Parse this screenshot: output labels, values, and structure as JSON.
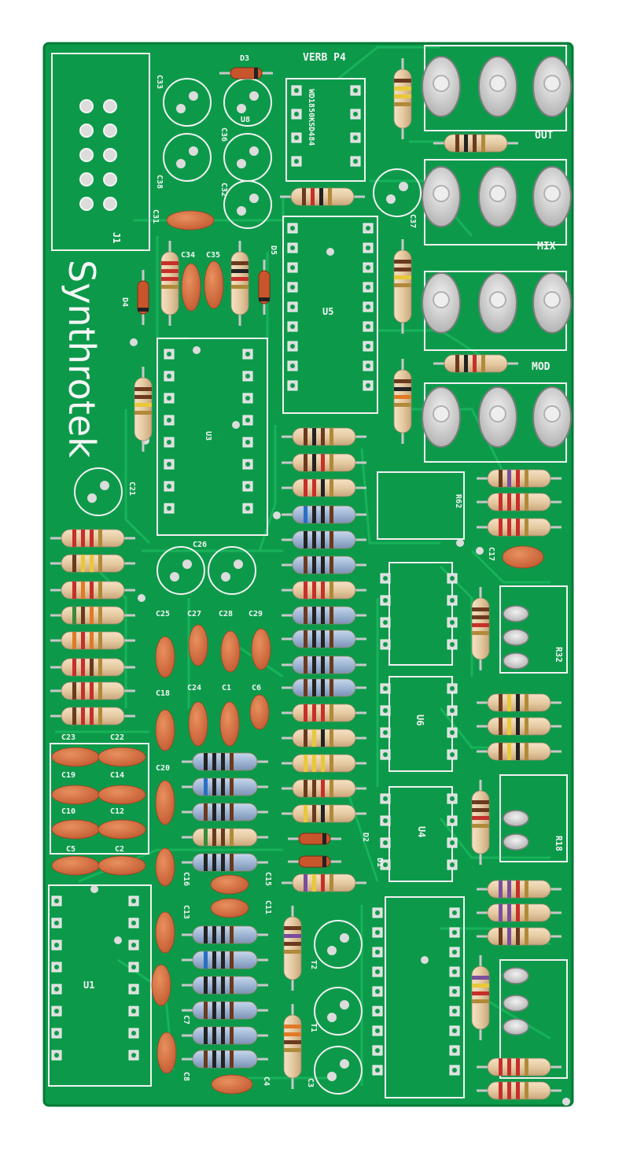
{
  "photo": {
    "board_colors": {
      "pcb": "#0c9a4a",
      "pcb_dark": "#078a3f",
      "trace": "#17b25a",
      "silk": "#f4f4f4",
      "pad": "#d9d9d9"
    },
    "labels": {
      "title": "VERB P4",
      "brand": "Synthrotek",
      "jack_out": "OUT",
      "jack_mix": "MIX",
      "jack_mod": "MOD",
      "header": "J1",
      "diode_d3": "D3",
      "diode_d4": "D4",
      "diode_d5": "D5",
      "diode_d2": "D2",
      "diode_d1": "D1",
      "ic_u1": "U1",
      "ic_u3": "U3",
      "ic_u4": "U4",
      "ic_u5": "U5",
      "ic_u6": "U6",
      "ic_u8": "U8",
      "chip_marking": "WD1850KSD484",
      "cap_c33": "C33",
      "cap_c38": "C38",
      "cap_c36": "C36",
      "cap_c32": "C32",
      "cap_c31": "C31",
      "cap_c34": "C34",
      "cap_c35": "C35",
      "cap_c37": "C37",
      "cap_c21": "C21",
      "cap_c26": "C26",
      "cap_c25": "C25",
      "cap_c27": "C27",
      "cap_c28": "C28",
      "cap_c29": "C29",
      "cap_c18": "C18",
      "cap_c24": "C24",
      "cap_c1": "C1",
      "cap_c6": "C6",
      "cap_c23": "C23",
      "cap_c22": "C22",
      "cap_c20": "C20",
      "cap_c19": "C19",
      "cap_c14": "C14",
      "cap_c10": "C10",
      "cap_c12": "C12",
      "cap_c5": "C5",
      "cap_c2": "C2",
      "cap_c16": "C16",
      "cap_c13": "C13",
      "cap_c15": "C15",
      "cap_c11": "C11",
      "cap_c7": "C7",
      "cap_c8": "C8",
      "cap_c4": "C4",
      "cap_c3": "C3",
      "cap_c17": "C17",
      "trans_t1": "T1",
      "trans_t2": "T2",
      "res_r62": "R62",
      "res_r32": "R32",
      "res_r18": "R18"
    }
  }
}
